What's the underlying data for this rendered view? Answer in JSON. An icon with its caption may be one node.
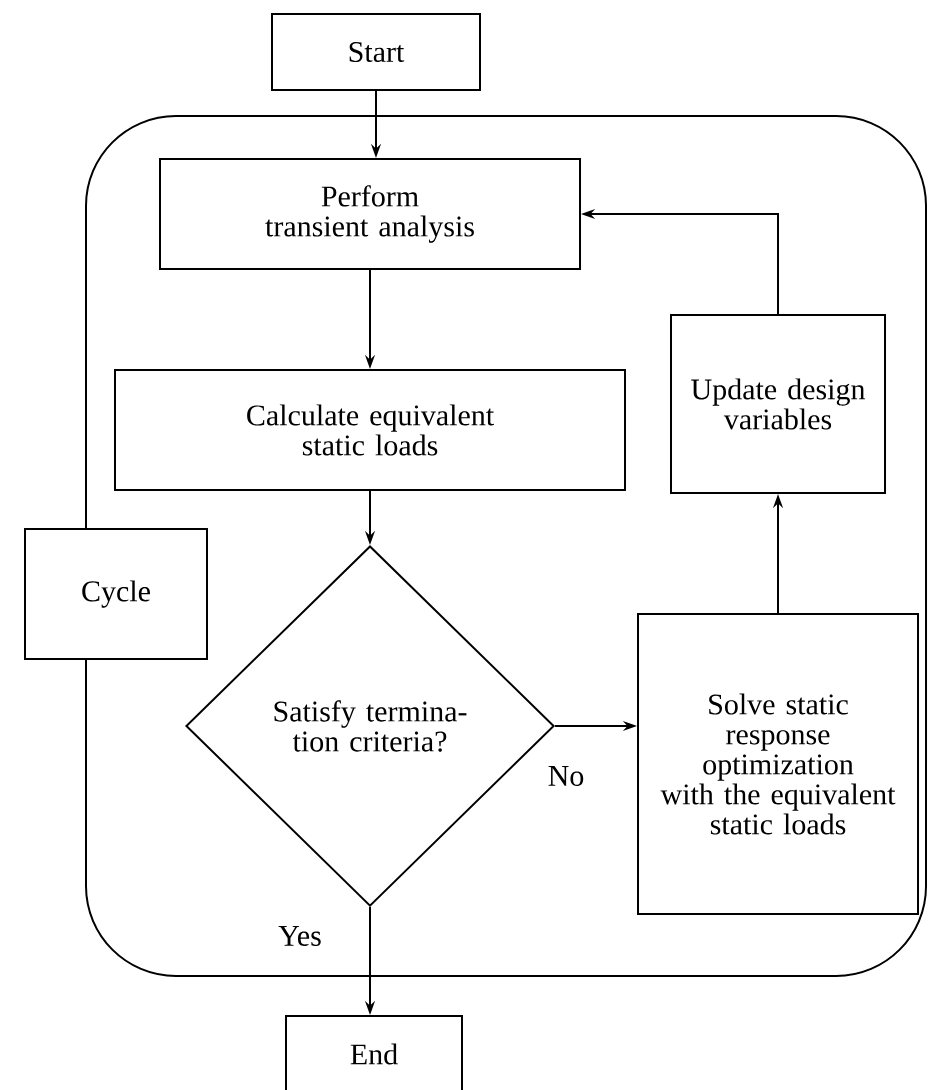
{
  "diagram": {
    "nodes": [
      {
        "text": [
          "Start"
        ]
      },
      {
        "text": [
          "Cycle"
        ]
      },
      {
        "text": [
          "Perform transient analysis"
        ],
        "in": 1
      },
      {
        "text": [
          "Calculate equivalent static loads"
        ],
        "in": 1
      },
      {
        "text": [
          "Satisfy termina- tion criteria?"
        ],
        "in": 1
      },
      {
        "text": [
          "Update design variables"
        ],
        "in": 1
      },
      {
        "text": [
          "Solve static response optimization with the equivalent static loads"
        ],
        "in": 1
      },
      {
        "text": [
          "End"
        ]
      }
    ],
    "edges": [
      {
        "from": 0,
        "to": 2,
        "arrow": "to"
      },
      {
        "from": 2,
        "to": 3,
        "arrow": "to"
      },
      {
        "from": 3,
        "to": 4,
        "arrow": "to"
      },
      {
        "from": 4,
        "to": 6,
        "arrow": "to",
        "label": "No"
      },
      {
        "from": 6,
        "to": 5,
        "arrow": "to"
      },
      {
        "from": 5,
        "to": 2,
        "arrow": "to"
      },
      {
        "from": 4,
        "to": 7,
        "arrow": "to",
        "label": "Yes"
      }
    ]
  }
}
